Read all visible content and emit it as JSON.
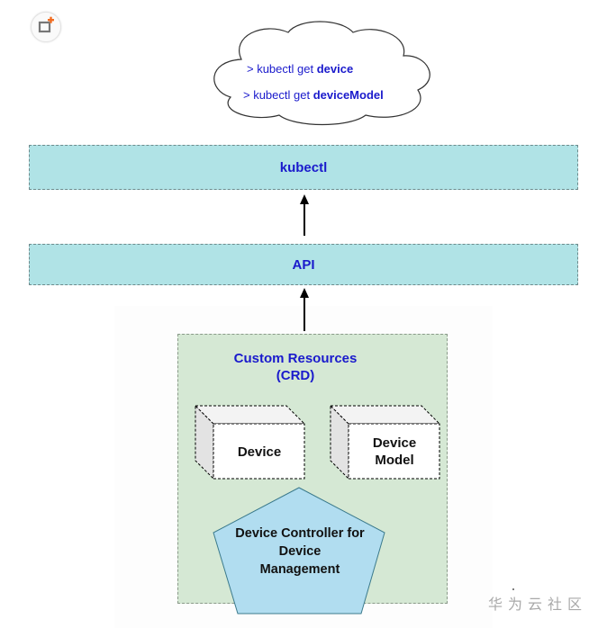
{
  "app": {
    "logo_icon": "add-frame-icon",
    "watermark": "华为云社区"
  },
  "cloud": {
    "lines": [
      {
        "prefix": "> kubectl get ",
        "bold": "device"
      },
      {
        "prefix": "> kubectl get ",
        "bold": "deviceModel"
      }
    ]
  },
  "layers": {
    "kubectl": "kubectl",
    "api": "API"
  },
  "crd": {
    "title_line1": "Custom Resources",
    "title_line2": "(CRD)",
    "device": {
      "line1": "Device"
    },
    "device_model": {
      "line1": "Device",
      "line2": "Model"
    },
    "controller": {
      "line1": "Device Controller for",
      "line2": "Device",
      "line3": "Management"
    }
  },
  "colors": {
    "text_blue": "#1a1acc",
    "band_fill": "#b0e3e6",
    "crd_fill": "#d5e8d4",
    "pentagon_fill": "#b1ddf0",
    "logo_accent": "#f26d21"
  }
}
